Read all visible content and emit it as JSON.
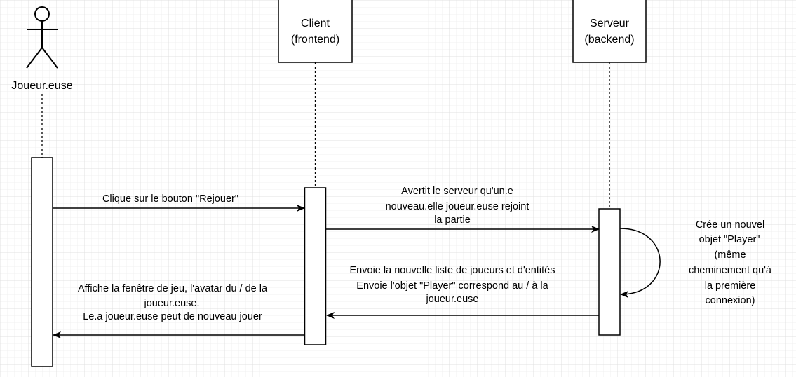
{
  "colors": {
    "grid_minor": "#f0f0f0",
    "grid_major": "#e0e0e0",
    "stroke": "#000000",
    "fill": "#ffffff"
  },
  "actor": {
    "name": "Joueur.euse"
  },
  "participants": {
    "client": {
      "line1": "Client",
      "line2": "(frontend)"
    },
    "server": {
      "line1": "Serveur",
      "line2": "(backend)"
    }
  },
  "messages": {
    "click_replay": {
      "line1": "Clique sur le bouton \"Rejouer\""
    },
    "notify_server": {
      "line1": "Avertit le serveur qu'un.e",
      "line2": "nouveau.elle joueur.euse rejoint",
      "line3": "la partie"
    },
    "create_player": {
      "line1": "Crée un nouvel",
      "line2": "objet \"Player\"",
      "line3": "(même",
      "line4": "cheminement qu'à",
      "line5": "la première",
      "line6": "connexion)"
    },
    "send_lists": {
      "line1": "Envoie la nouvelle liste de joueurs et d'entités",
      "line2": "Envoie l'objet \"Player\" correspond au / à la",
      "line3": "joueur.euse"
    },
    "show_game": {
      "line1": "Affiche la fenêtre de jeu, l'avatar du / de la",
      "line2": "joueur.euse.",
      "line3": "Le.a joueur.euse peut de nouveau jouer"
    }
  }
}
